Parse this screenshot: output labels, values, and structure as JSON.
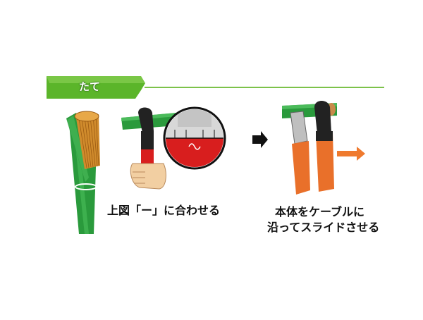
{
  "section_tag": {
    "label": "たて"
  },
  "steps": [
    {
      "caption_lines": [
        "上図「ー」に合わせる"
      ]
    },
    {
      "caption_lines": [
        "本体をケーブルに",
        "沿ってスライドさせる"
      ]
    }
  ],
  "colors": {
    "tag_green": "#5bb52a",
    "cable_green": "#2a9a3c",
    "tool_orange": "#e9702a",
    "tool_red": "#d81e1e",
    "arrow_orange": "#ef7a2e",
    "line_green": "#7cc24a"
  }
}
